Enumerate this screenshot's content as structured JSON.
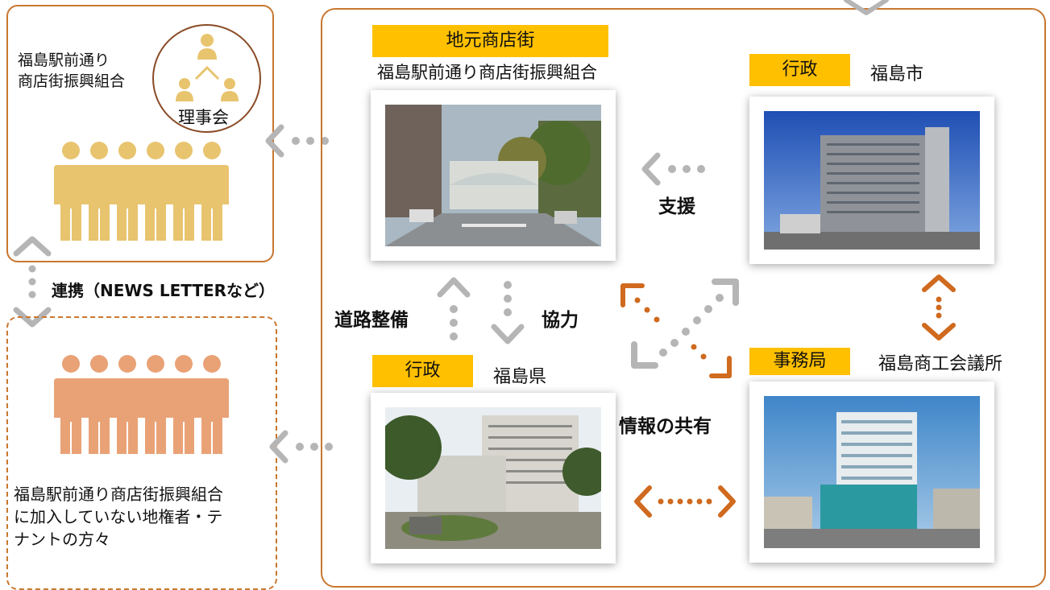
{
  "colors": {
    "frame": "#c9772f",
    "tag": "#ffc000",
    "people_gold": "#e8c46f",
    "people_peach": "#e9a276",
    "arrow_gray": "#b5b5b5",
    "arrow_orange": "#cf6a1f"
  },
  "left_top": {
    "org_name_line1": "福島駅前通り",
    "org_name_line2": "商店街振興組合",
    "board_label": "理事会"
  },
  "left_link_label": "連携（NEWS LETTERなど）",
  "left_bottom": {
    "note_line1": "福島駅前通り商店街振興組合",
    "note_line2": "に加入していない地権者・テ",
    "note_line3": "ナントの方々"
  },
  "shopping_street": {
    "tag": "地元商店街",
    "name": "福島駅前通り商店街振興組合"
  },
  "city": {
    "tag": "行政",
    "name": "福島市"
  },
  "prefecture": {
    "tag": "行政",
    "name": "福島県"
  },
  "chamber": {
    "tag": "事務局",
    "name": "福島商工会議所"
  },
  "relations": {
    "support": "支援",
    "road": "道路整備",
    "cooperation": "協力",
    "info_sharing": "情報の共有"
  }
}
